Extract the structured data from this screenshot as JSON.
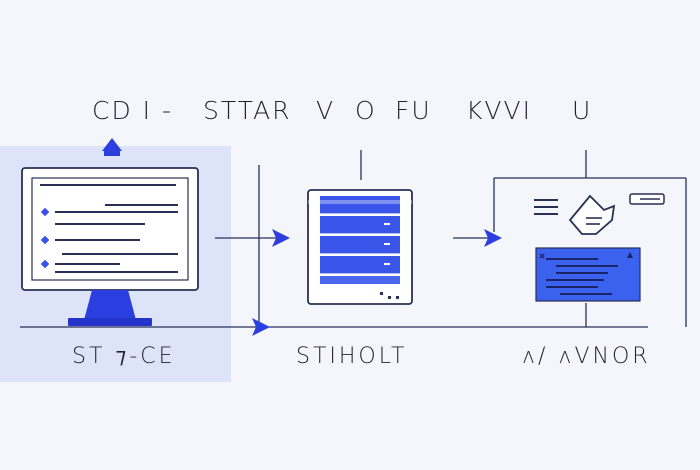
{
  "header": {
    "segments": [
      "CD I -",
      "STTAR",
      "V",
      "O",
      "FU",
      "KVVI",
      "U"
    ]
  },
  "panels": [
    {
      "caption": "ST ⁊-CE",
      "icon": "monitor-icon"
    },
    {
      "caption": "STIHOLT",
      "icon": "server-icon"
    },
    {
      "caption": "ʌ/ ʌVNOR",
      "icon": "dashboard-icon"
    }
  ],
  "colors": {
    "accent": "#2b3fe0",
    "accent_light": "#4b66ee",
    "panel_highlight": "#dde4fa",
    "line": "#2a2f55",
    "background": "#f4f6fb"
  }
}
